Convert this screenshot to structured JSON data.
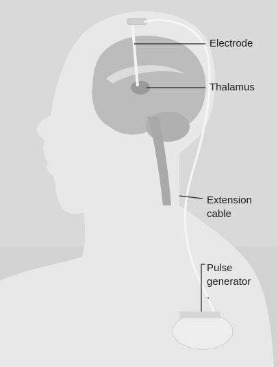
{
  "labels": {
    "electrode": "Electrode",
    "thalamus": "Thalamus",
    "extension_cable": "Extension\ncable",
    "pulse_generator": "Pulse\ngenerator\n."
  },
  "colors": {
    "background": "#d9d9d9",
    "silhouette": "#e9e9e9",
    "brain": "#bdbdbd",
    "leader_line": "#222222"
  }
}
